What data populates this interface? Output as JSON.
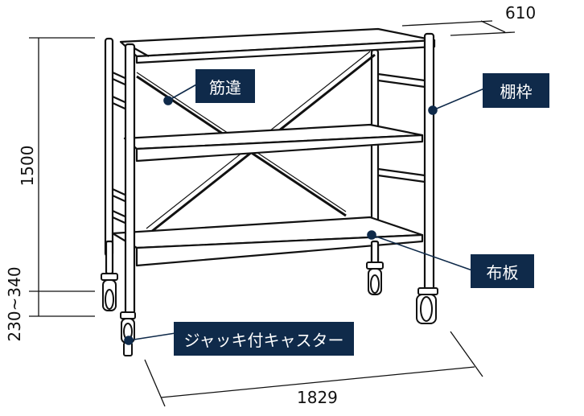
{
  "dimensions": {
    "depth": "610",
    "height": "1500",
    "caster_height": "230~340",
    "width": "1829"
  },
  "labels": {
    "brace": "筋違",
    "frame": "棚枠",
    "board": "布板",
    "caster": "ジャッキ付キャスター"
  },
  "colors": {
    "label_bg": "#0f2a4a",
    "label_text": "#ffffff",
    "line": "#111111",
    "leader_dot": "#0f2a4a"
  }
}
